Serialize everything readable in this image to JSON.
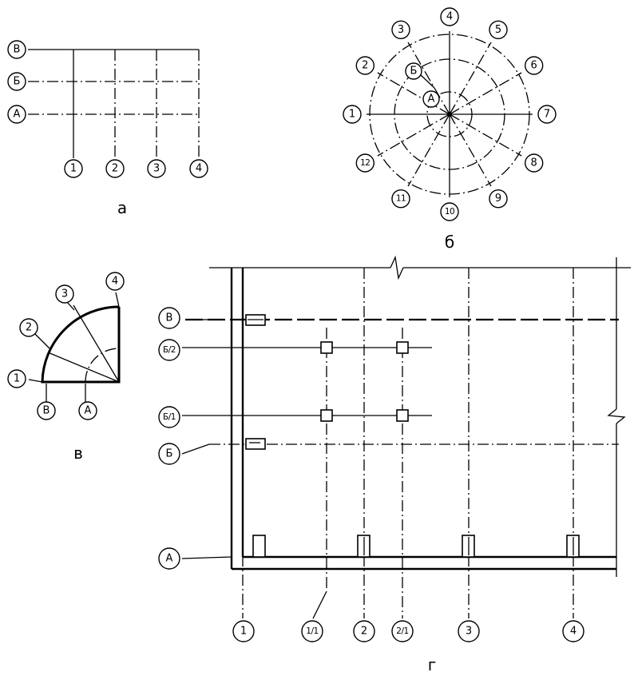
{
  "panel_a": {
    "caption": "а",
    "rows": [
      "В",
      "Б",
      "А"
    ],
    "cols": [
      "1",
      "2",
      "3",
      "4"
    ]
  },
  "panel_b": {
    "caption": "б",
    "center_labels": [
      "Б",
      "А"
    ],
    "radial": [
      "1",
      "2",
      "3",
      "4",
      "5",
      "6",
      "7",
      "8",
      "9",
      "10",
      "11",
      "12"
    ]
  },
  "panel_c": {
    "caption": "в",
    "radial": [
      "1",
      "2",
      "3",
      "4"
    ],
    "bottom": [
      "В",
      "А"
    ]
  },
  "panel_d": {
    "caption": "г",
    "rows": [
      "В",
      "Б/2",
      "Б/1",
      "Б",
      "А"
    ],
    "cols": [
      "1",
      "1/1",
      "2",
      "2/1",
      "3",
      "4"
    ]
  }
}
